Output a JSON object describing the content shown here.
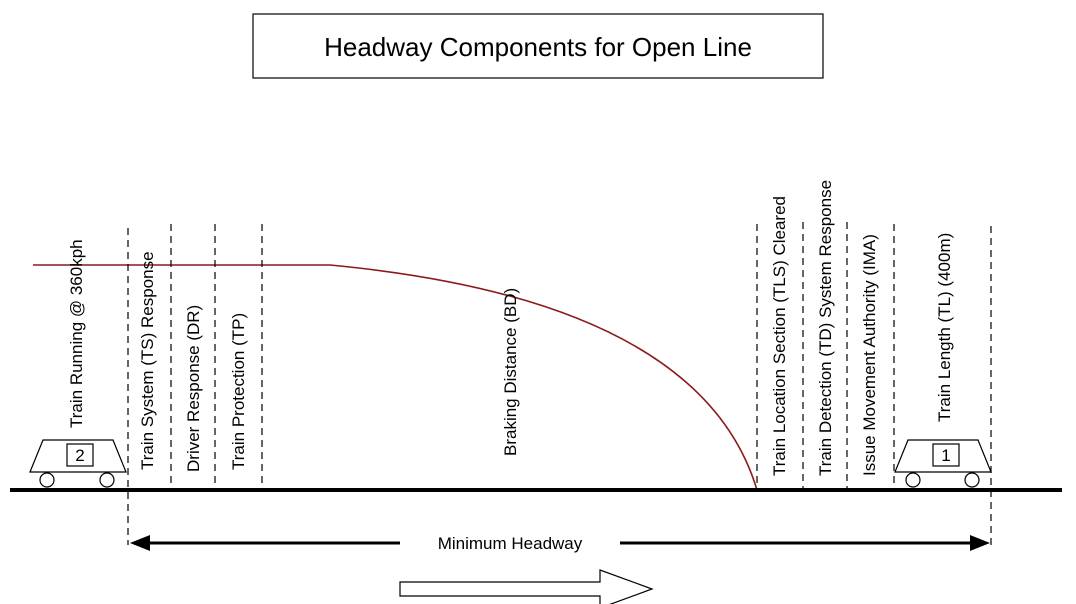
{
  "title": "Headway Components for Open Line",
  "labels": {
    "train_running": "Train Running @ 360kph",
    "ts_response": "Train System (TS) Response",
    "driver_response": "Driver Response (DR)",
    "train_protection": "Train Protection (TP)",
    "braking_distance": "Braking Distance (BD)",
    "tls_cleared": "Train Location Section (TLS) Cleared",
    "td_response": "Train Detection (TD) System Response",
    "ima": "Issue Movement Authority (IMA)",
    "train_length": "Train Length (TL) (400m)"
  },
  "trains": {
    "rear_number": "2",
    "front_number": "1"
  },
  "headway": {
    "label": "Minimum Headway"
  },
  "colors": {
    "speed_curve": "#8b1a1a",
    "lines": "#000000"
  },
  "icons": {
    "direction": "right-arrow-outline"
  }
}
